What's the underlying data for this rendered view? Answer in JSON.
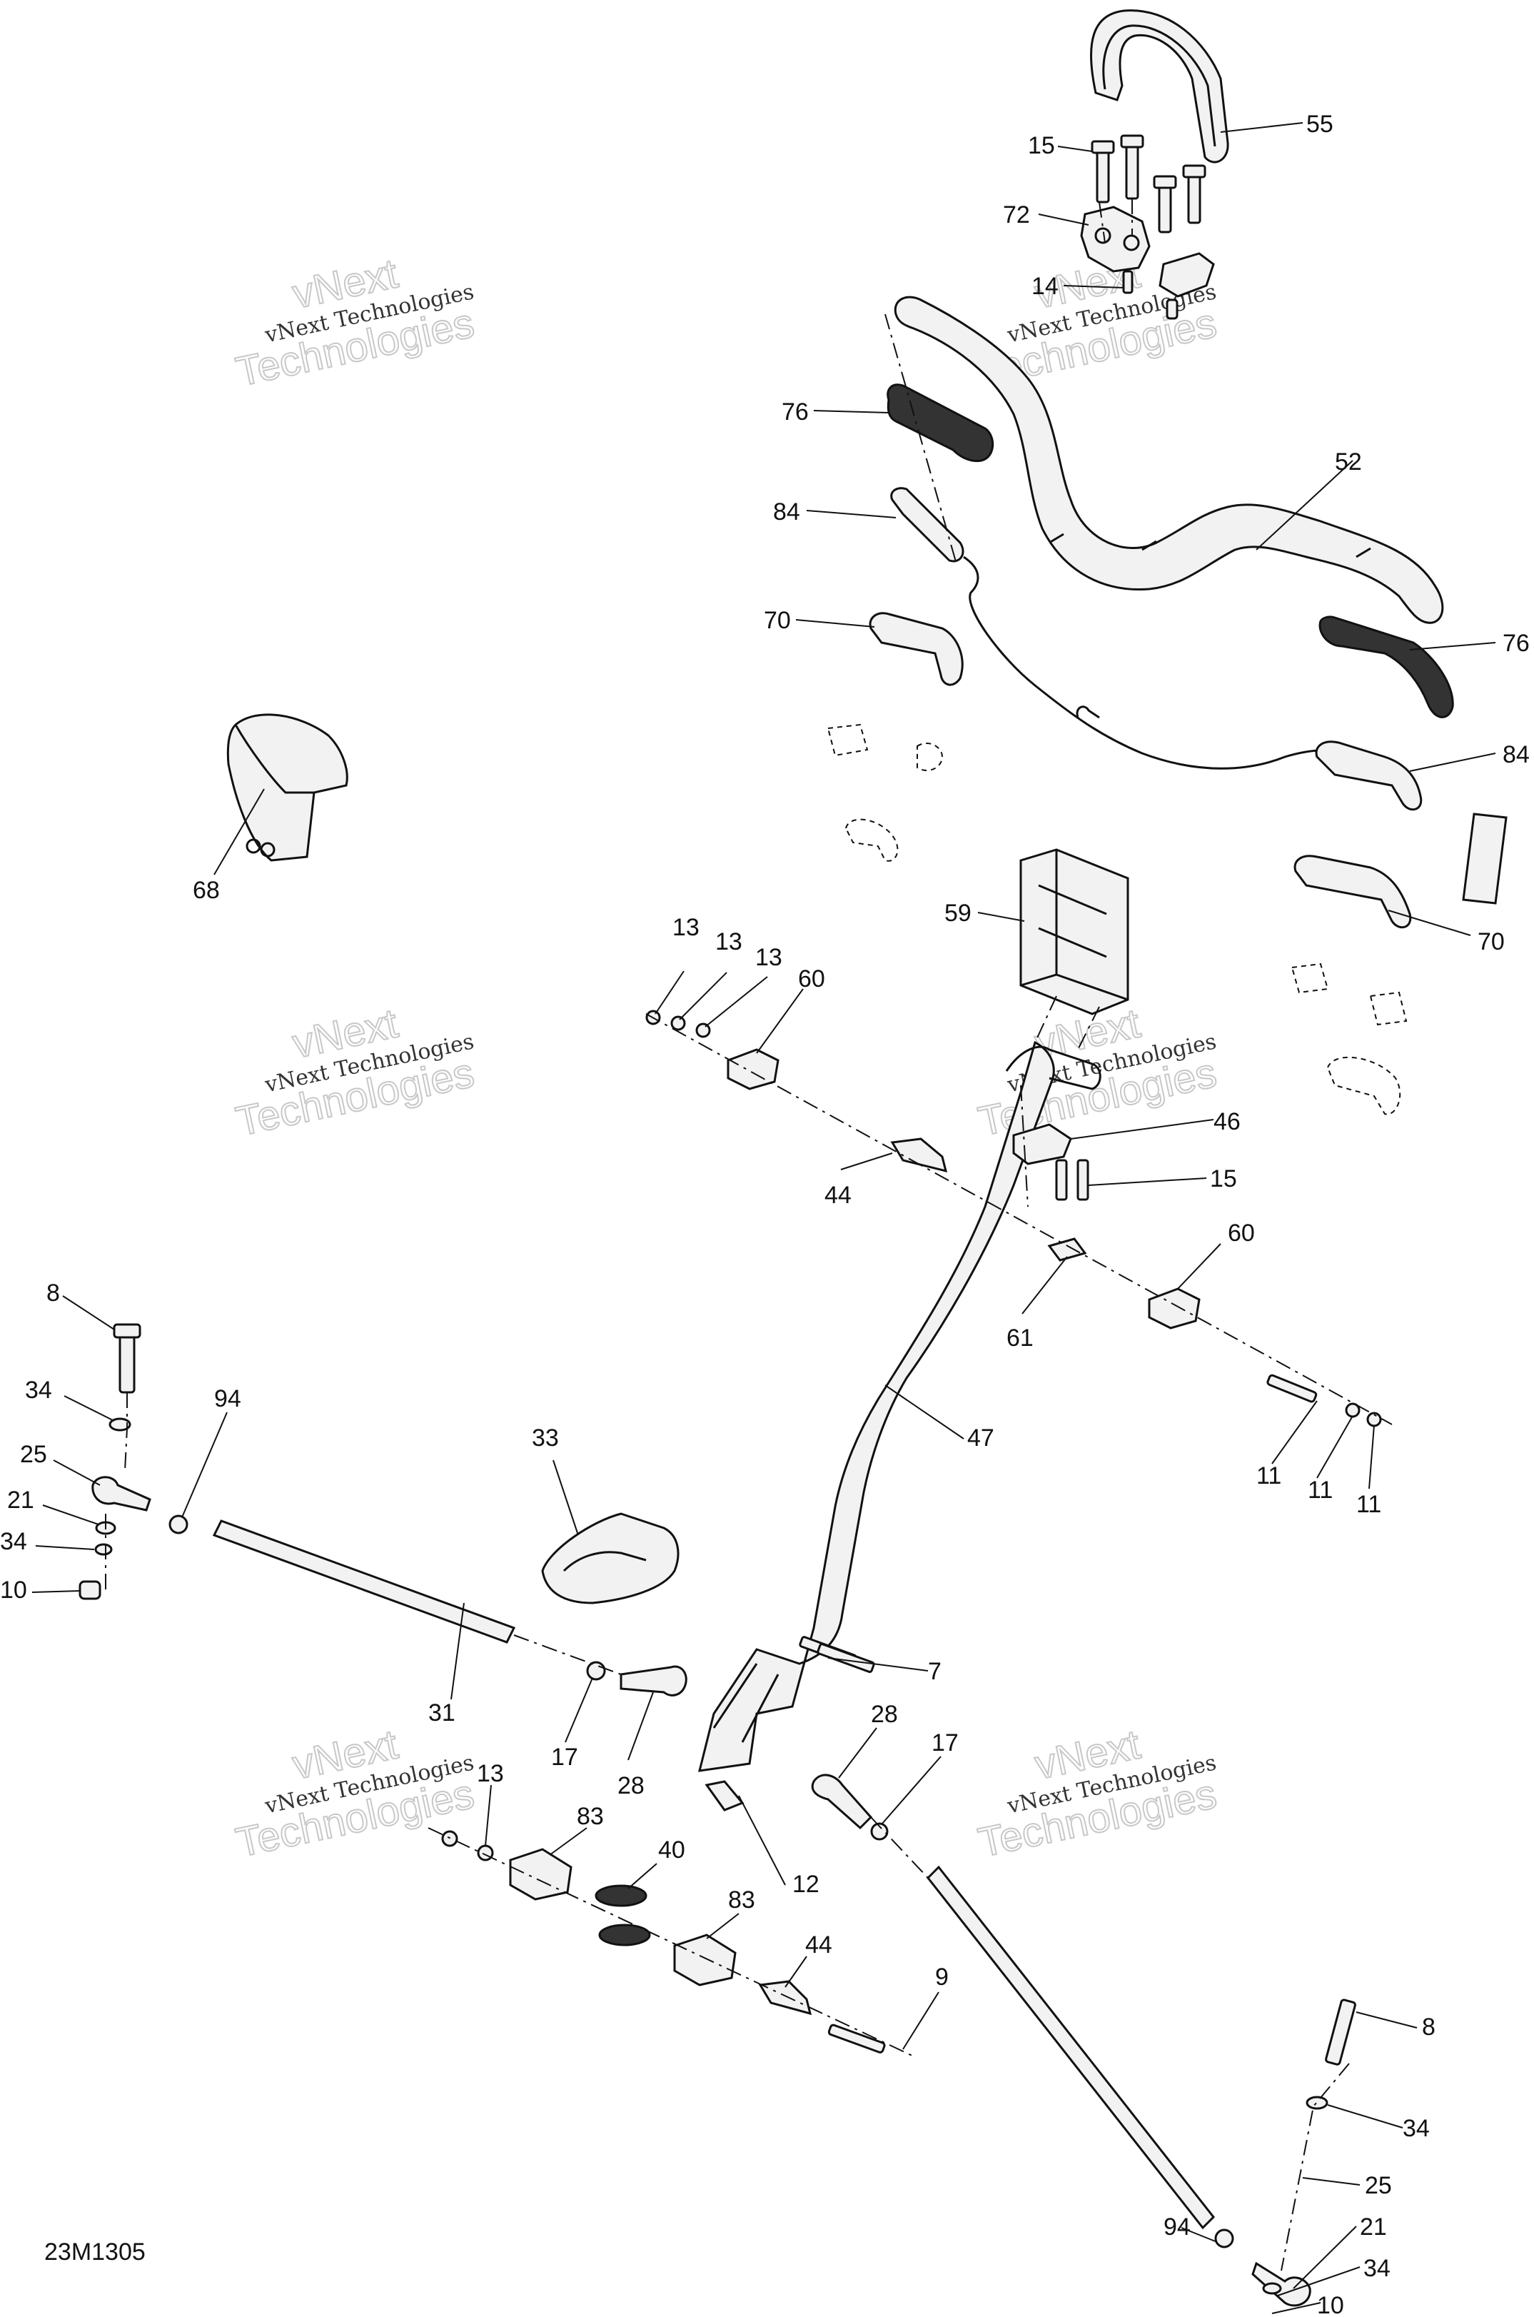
{
  "diagram_code": "23M1305",
  "watermark": {
    "line1": "vNext",
    "line2": "vNext Technologies",
    "line3": "Technologies"
  },
  "callouts": [
    {
      "id": "c55",
      "text": "55"
    },
    {
      "id": "c15a",
      "text": "15"
    },
    {
      "id": "c72",
      "text": "72"
    },
    {
      "id": "c14",
      "text": "14"
    },
    {
      "id": "c76a",
      "text": "76"
    },
    {
      "id": "c52",
      "text": "52"
    },
    {
      "id": "c84a",
      "text": "84"
    },
    {
      "id": "c70a",
      "text": "70"
    },
    {
      "id": "c76b",
      "text": "76"
    },
    {
      "id": "c84b",
      "text": "84"
    },
    {
      "id": "c68",
      "text": "68"
    },
    {
      "id": "c59",
      "text": "59"
    },
    {
      "id": "c70b",
      "text": "70"
    },
    {
      "id": "c13a",
      "text": "13"
    },
    {
      "id": "c13b",
      "text": "13"
    },
    {
      "id": "c13c",
      "text": "13"
    },
    {
      "id": "c60a",
      "text": "60"
    },
    {
      "id": "c46",
      "text": "46"
    },
    {
      "id": "c15b",
      "text": "15"
    },
    {
      "id": "c44a",
      "text": "44"
    },
    {
      "id": "c60b",
      "text": "60"
    },
    {
      "id": "c61",
      "text": "61"
    },
    {
      "id": "c8a",
      "text": "8"
    },
    {
      "id": "c34a",
      "text": "34"
    },
    {
      "id": "c94a",
      "text": "94"
    },
    {
      "id": "c47",
      "text": "47"
    },
    {
      "id": "c33",
      "text": "33"
    },
    {
      "id": "c25a",
      "text": "25"
    },
    {
      "id": "c21a",
      "text": "21"
    },
    {
      "id": "c34b",
      "text": "34"
    },
    {
      "id": "c10a",
      "text": "10"
    },
    {
      "id": "c11a",
      "text": "11"
    },
    {
      "id": "c11b",
      "text": "11"
    },
    {
      "id": "c11c",
      "text": "11"
    },
    {
      "id": "c7",
      "text": "7"
    },
    {
      "id": "c31",
      "text": "31"
    },
    {
      "id": "c17a",
      "text": "17"
    },
    {
      "id": "c28a",
      "text": "28"
    },
    {
      "id": "c28b",
      "text": "28"
    },
    {
      "id": "c17b",
      "text": "17"
    },
    {
      "id": "c13d",
      "text": "13"
    },
    {
      "id": "c83a",
      "text": "83"
    },
    {
      "id": "c40",
      "text": "40"
    },
    {
      "id": "c12",
      "text": "12"
    },
    {
      "id": "c83b",
      "text": "83"
    },
    {
      "id": "c44b",
      "text": "44"
    },
    {
      "id": "c9",
      "text": "9"
    },
    {
      "id": "c8b",
      "text": "8"
    },
    {
      "id": "c34c",
      "text": "34"
    },
    {
      "id": "c94b",
      "text": "94"
    },
    {
      "id": "c25b",
      "text": "25"
    },
    {
      "id": "c21b",
      "text": "21"
    },
    {
      "id": "c34d",
      "text": "34"
    },
    {
      "id": "c10b",
      "text": "10"
    }
  ]
}
